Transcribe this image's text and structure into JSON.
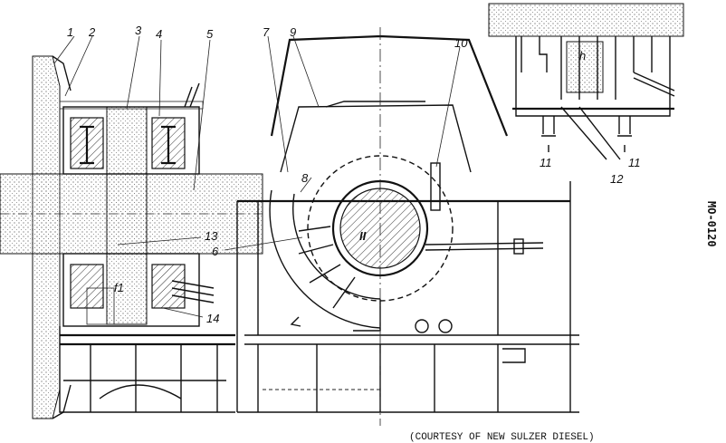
{
  "labels": {
    "l1": "1",
    "l2": "2",
    "l3": "3",
    "l4": "4",
    "l5": "5",
    "l6": "6",
    "l7": "7",
    "l8": "8",
    "l9": "9",
    "l10": "10",
    "l11a": "11",
    "l11b": "11",
    "l12": "12",
    "l13": "13",
    "l14": "14",
    "roman": "II",
    "f1": "f1",
    "h": "h"
  },
  "caption": "(COURTESY OF NEW SULZER DIESEL)",
  "reference": "MO-0120"
}
